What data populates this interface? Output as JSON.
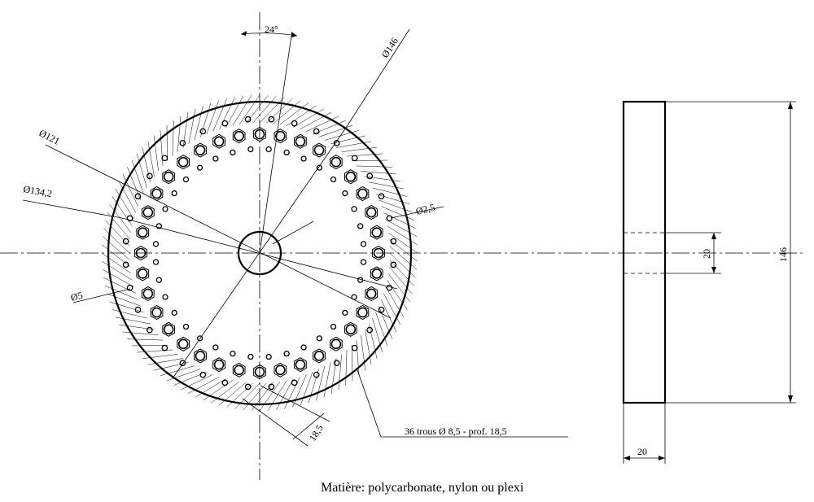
{
  "labels": {
    "angle": "24°",
    "dia_outer": "Ø146",
    "dia_121": "Ø121",
    "dia_134": "Ø134,2",
    "dia_25": "Ø2,5",
    "dia_5": "Ø5",
    "depth": "18,5",
    "holes_note": "36 trous Ø 8,5 - prof. 18,5",
    "side_height": "146",
    "side_bore": "20",
    "side_width": "20"
  },
  "caption": "Matière: polycarbonate, nylon ou plexi"
}
